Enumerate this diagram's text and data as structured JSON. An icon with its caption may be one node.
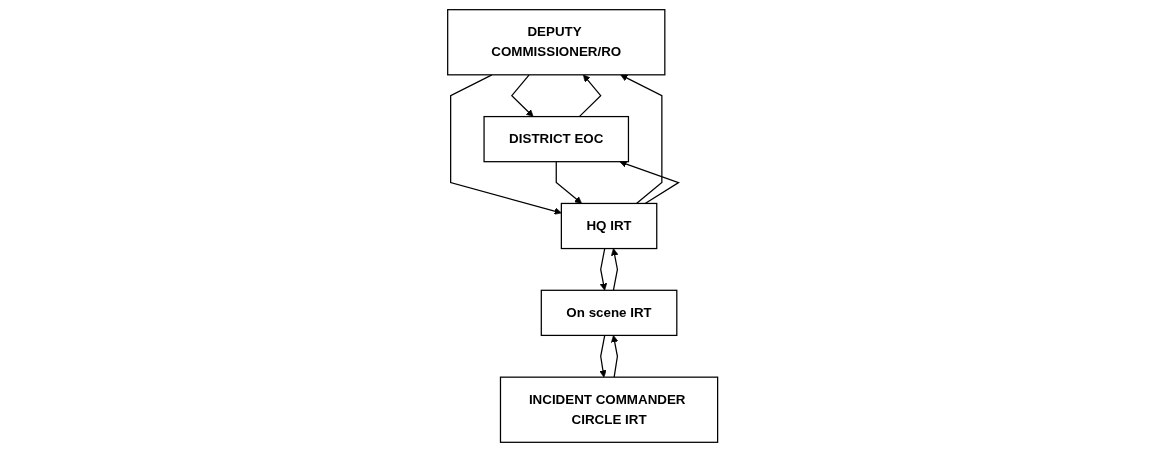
{
  "diagram": {
    "nodes": [
      {
        "text": [
          "DEPUTY COMMISSIONER/RO"
        ]
      },
      {
        "text": [
          "DISTRICT EOC"
        ]
      },
      {
        "text": [
          "HQ IRT"
        ]
      },
      {
        "text": [
          "On scene IRT"
        ]
      },
      {
        "text": [
          "INCIDENT COMMANDER CIRCLE IRT"
        ]
      }
    ],
    "edges": [
      {
        "from": 0,
        "to": 1,
        "arrow": "to"
      },
      {
        "from": 1,
        "to": 0,
        "arrow": "to"
      },
      {
        "from": 0,
        "to": 2,
        "arrow": "to"
      },
      {
        "from": 2,
        "to": 0,
        "arrow": "to"
      },
      {
        "from": 1,
        "to": 2,
        "arrow": "to"
      },
      {
        "from": 2,
        "to": 1,
        "arrow": "to"
      },
      {
        "from": 2,
        "to": 3,
        "arrow": "to"
      },
      {
        "from": 3,
        "to": 2,
        "arrow": "to"
      },
      {
        "from": 3,
        "to": 4,
        "arrow": "to"
      },
      {
        "from": 4,
        "to": 3,
        "arrow": "to"
      }
    ]
  }
}
